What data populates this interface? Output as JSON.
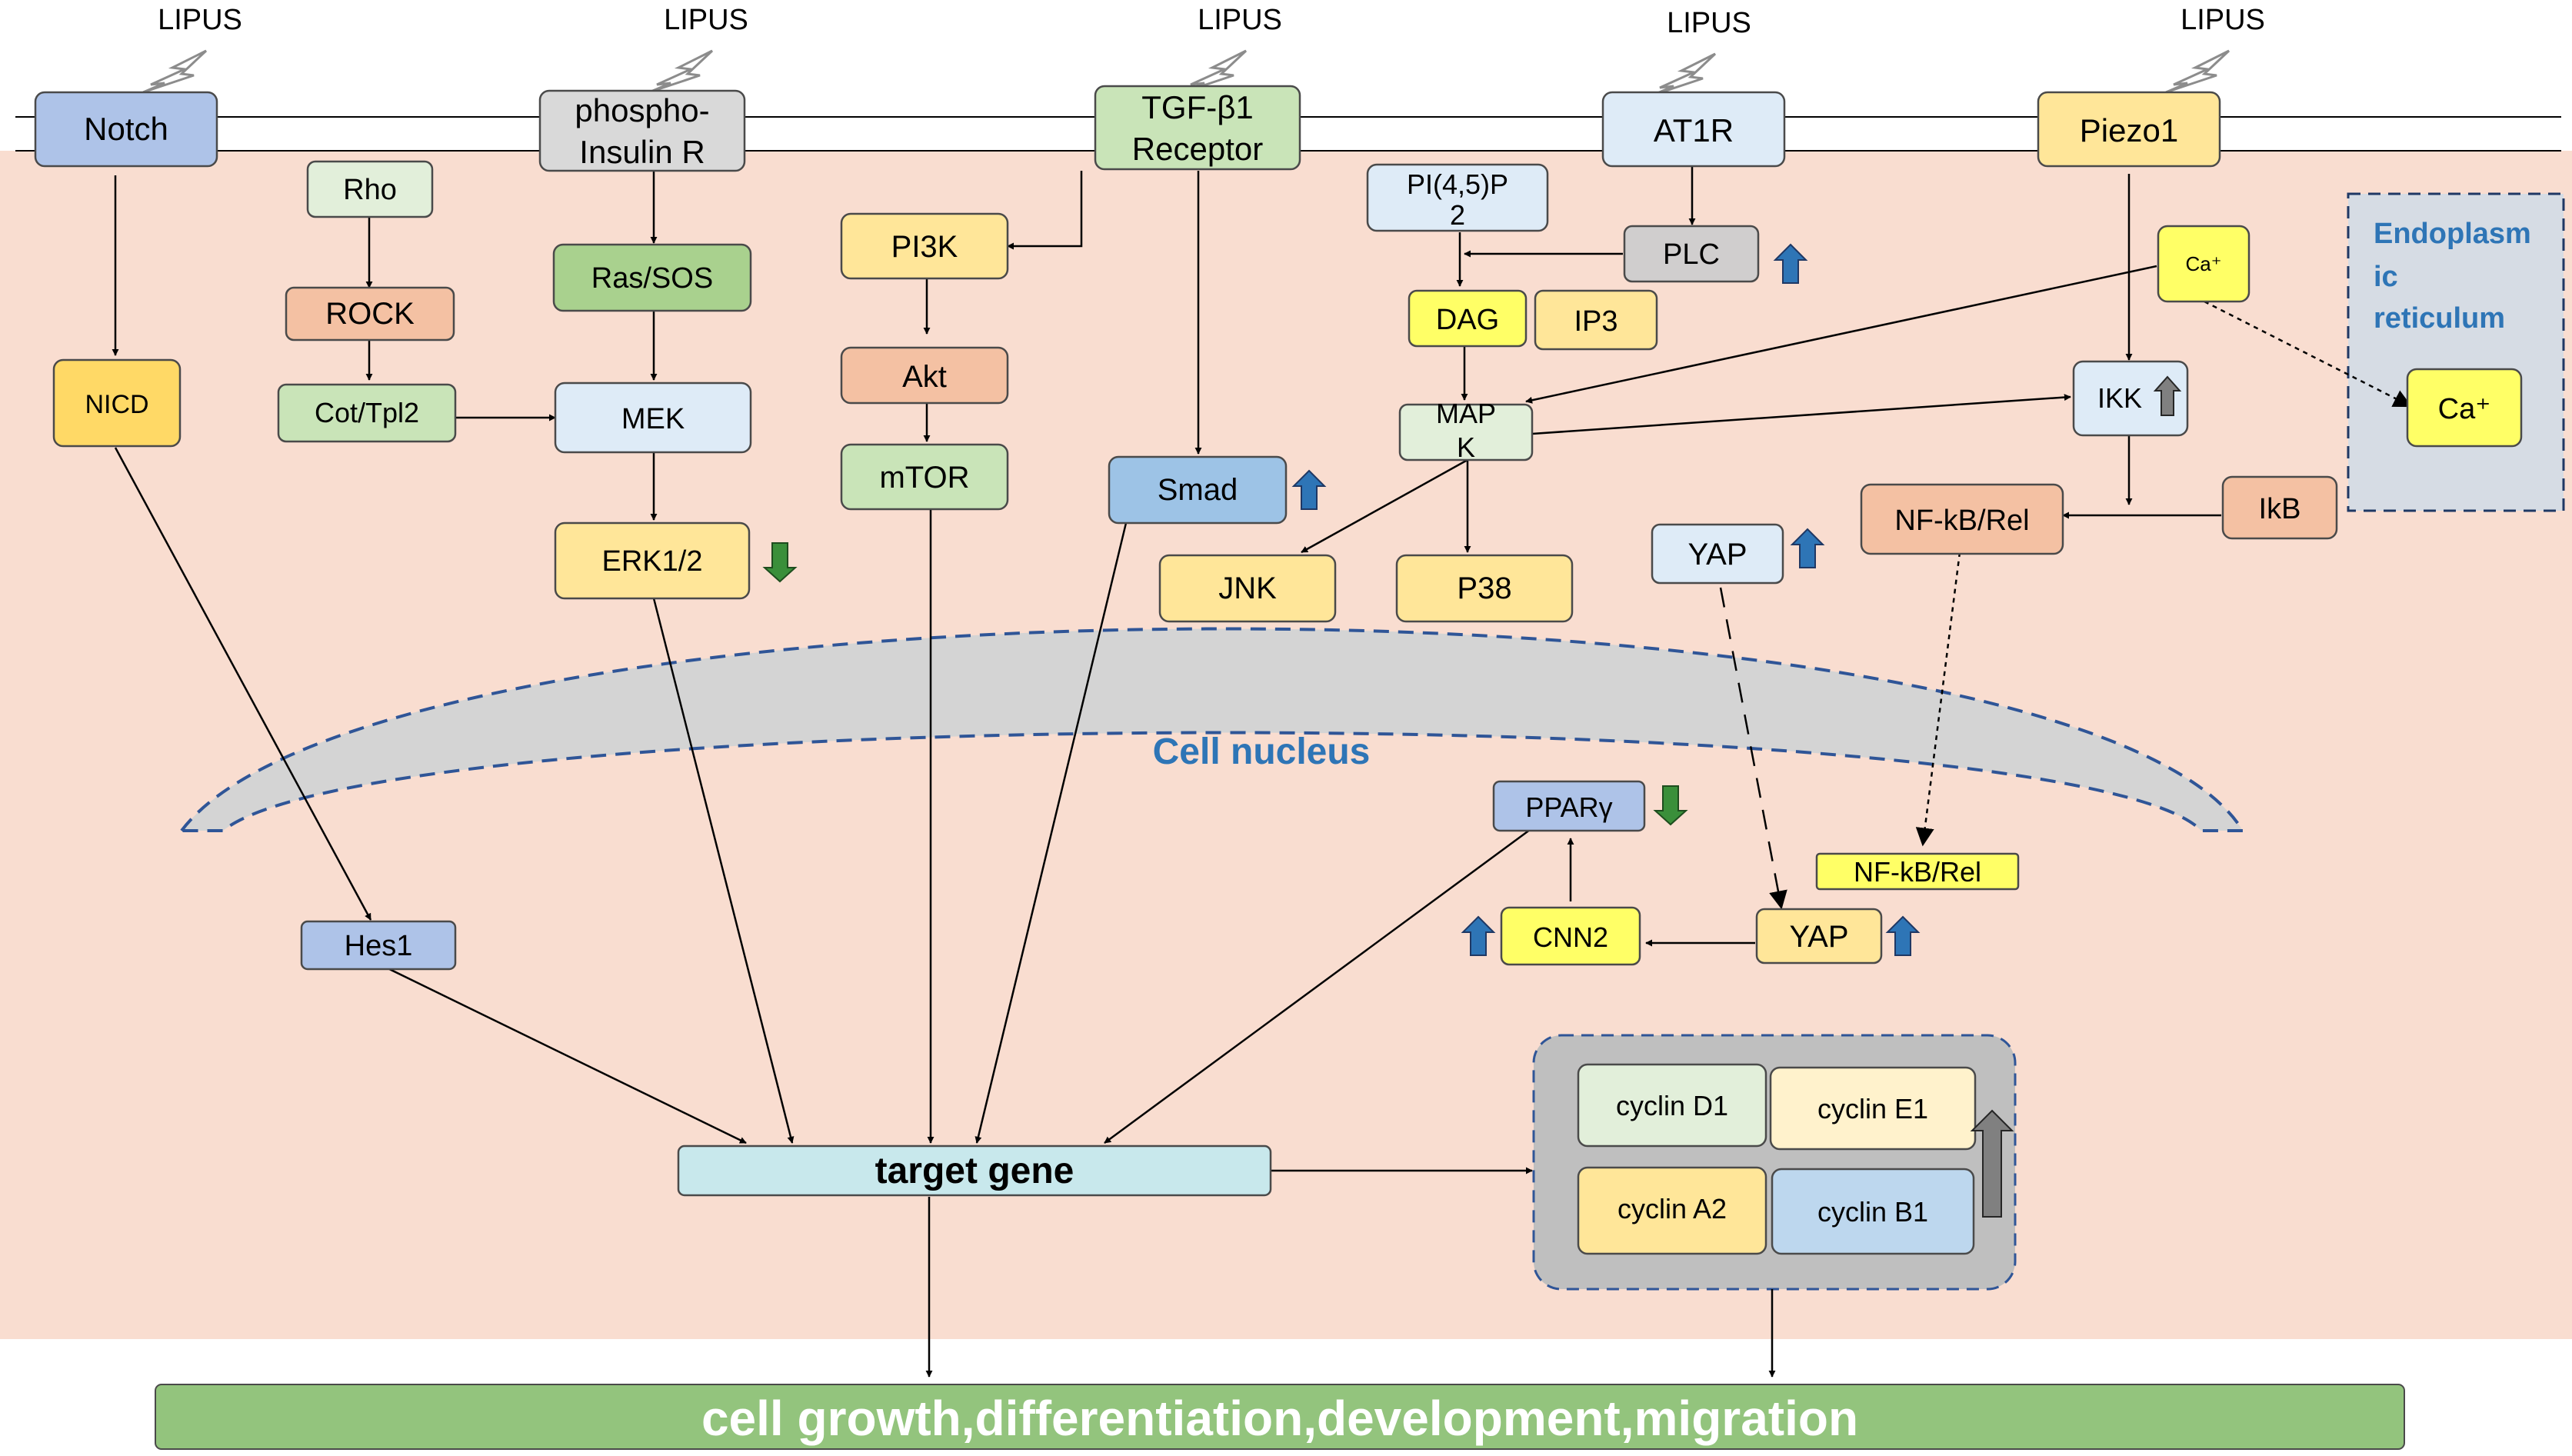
{
  "lipus_label": "LIPUS",
  "receptors": {
    "notch": "Notch",
    "insulin_line1": "phospho-",
    "insulin_line2": "Insulin R",
    "tgf_line1": "TGF-β1",
    "tgf_line2": "Receptor",
    "at1r": "AT1R",
    "piezo1": "Piezo1"
  },
  "nodes": {
    "rho": "Rho",
    "rock": "ROCK",
    "cot": "Cot/Tpl2",
    "nicd": "NICD",
    "ras": "Ras/SOS",
    "mek": "MEK",
    "erk": "ERK1/2",
    "pi3k": "PI3K",
    "akt": "Akt",
    "mtor": "mTOR",
    "smad": "Smad",
    "pip2_line1": "PI(4,5)P",
    "pip2_line2": "2",
    "plc": "PLC",
    "dag": "DAG",
    "ip3": "IP3",
    "mapk_line1": "MAP",
    "mapk_line2": "K",
    "jnk": "JNK",
    "p38": "P38",
    "ca_small": "Ca⁺",
    "ca_er": "Ca⁺",
    "ikk": "IKK",
    "ikb": "IkB",
    "nfkb_cyto": "NF-kB/Rel",
    "yap_cyto": "YAP",
    "nfkb_nuc": "NF-kB/Rel",
    "pparg": "PPARγ",
    "cnn2": "CNN2",
    "yap_nuc": "YAP",
    "hes1": "Hes1",
    "target_gene": "target gene",
    "cyclin_d1": "cyclin D1",
    "cyclin_e1": "cyclin E1",
    "cyclin_a2": "cyclin A2",
    "cyclin_b1": "cyclin B1",
    "outcome": "cell growth,differentiation,development,migration"
  },
  "labels": {
    "nucleus": "Cell nucleus",
    "er_line1": "Endoplasm",
    "er_line2": "ic",
    "er_line3": "reticulum"
  },
  "indicators": {
    "erk": "down",
    "smad": "up",
    "plc": "up",
    "ikk": "up",
    "yap_cyto": "up",
    "pparg": "down",
    "cnn2": "up",
    "yap_nuc": "up",
    "cyclins": "up"
  },
  "colors": {
    "cytoplasm": "#f9ddd0",
    "blue_node": "#aec3e8",
    "gray_node": "#d9d9d9",
    "green_node": "#c9e4b8",
    "light_blue_node": "#deebf7",
    "yellow_node": "#ffe699",
    "bright_yellow_node": "#ffff66",
    "salmon_node": "#f4c1a3",
    "up_arrow": "#2e75b6",
    "down_arrow": "#3a8f3a",
    "outcome_bar": "#93c47d"
  }
}
